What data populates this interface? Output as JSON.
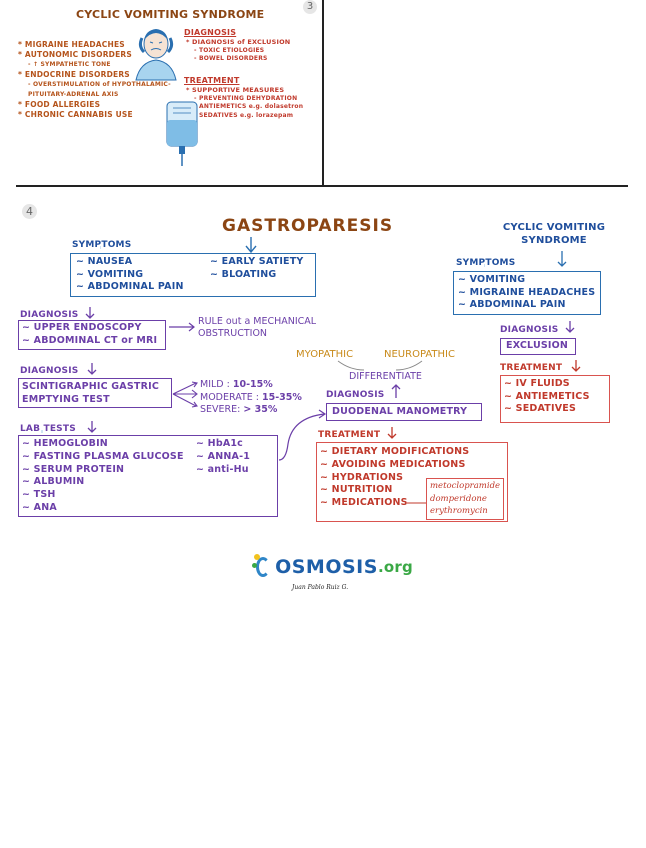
{
  "top": {
    "page_number": "3",
    "title": "CYCLIC VOMITING SYNDROME",
    "left_list": [
      {
        "text": "* MIGRAINE HEADACHES",
        "sub": false
      },
      {
        "text": "* AUTONOMIC DISORDERS",
        "sub": false
      },
      {
        "text": "- ↑ SYMPATHETIC TONE",
        "sub": true
      },
      {
        "text": "* ENDOCRINE DISORDERS",
        "sub": false
      },
      {
        "text": "- OVERSTIMULATION of HYPOTHALAMIC-",
        "sub": true
      },
      {
        "text": "PITUITARY-ADRENAL AXIS",
        "sub": true
      },
      {
        "text": "* FOOD ALLERGIES",
        "sub": false
      },
      {
        "text": "* CHRONIC CANNABIS USE",
        "sub": false
      }
    ],
    "diagnosis_label": "DIAGNOSIS",
    "diagnosis_items": [
      "* DIAGNOSIS of EXCLUSION",
      "- TOXIC ETIOLOGIES",
      "- BOWEL DISORDERS"
    ],
    "treatment_label": "TREATMENT",
    "treatment_items": [
      "* SUPPORTIVE MEASURES",
      "- PREVENTING DEHYDRATION",
      "- ANTIEMETICS e.g. dolasetron",
      "- SEDATIVES e.g. lorazepam"
    ]
  },
  "main": {
    "page_number": "4",
    "title": "GASTROPARESIS",
    "symptoms_label": "SYMPTOMS",
    "symptoms_left": [
      "~ NAUSEA",
      "~ VOMITING",
      "~ ABDOMINAL PAIN"
    ],
    "symptoms_right": [
      "~ EARLY SATIETY",
      "~ BLOATING"
    ],
    "diagnosis1_label": "DIAGNOSIS",
    "diagnosis1_items": [
      "~ UPPER ENDOSCOPY",
      "~ ABDOMINAL CT or MRI"
    ],
    "diagnosis1_note_line1": "RULE out a MECHANICAL",
    "diagnosis1_note_line2": "OBSTRUCTION",
    "diagnosis2_label": "DIAGNOSIS",
    "diagnosis2_items": [
      "SCINTIGRAPHIC GASTRIC",
      "EMPTYING TEST"
    ],
    "severity": [
      {
        "label": "MILD : ",
        "value": "10-15%"
      },
      {
        "label": "MODERATE : ",
        "value": "15-35%"
      },
      {
        "label": "SEVERE: ",
        "value": "> 35%"
      }
    ],
    "lab_label": "LAB TESTS",
    "lab_left": [
      "~ HEMOGLOBIN",
      "~ FASTING PLASMA GLUCOSE",
      "~ SERUM PROTEIN",
      "~ ALBUMIN",
      "~ TSH",
      "~ ANA"
    ],
    "lab_right": [
      "~ HbA1c",
      "~ ANNA-1",
      "~ anti-Hu"
    ],
    "myopathic": "MYOPATHIC",
    "neuropathic": "NEUROPATHIC",
    "differentiate": "DIFFERENTIATE",
    "diagnosis3_label": "DIAGNOSIS",
    "diagnosis3_item": "DUODENAL MANOMETRY",
    "treatment_label": "TREATMENT",
    "treatment_items": [
      "~ DIETARY MODIFICATIONS",
      "~ AVOIDING MEDICATIONS",
      "~ HYDRATIONS",
      "~ NUTRITION",
      "~ MEDICATIONS"
    ],
    "medications": [
      "metoclopramide",
      "domperidone",
      "erythromycin"
    ],
    "cvs_title_line1": "CYCLIC VOMITING",
    "cvs_title_line2": "SYNDROME",
    "cvs_symptoms_label": "SYMPTOMS",
    "cvs_symptoms": [
      "~ VOMITING",
      "~ MIGRAINE HEADACHES",
      "~ ABDOMINAL PAIN"
    ],
    "cvs_diagnosis_label": "DIAGNOSIS",
    "cvs_diagnosis_item": "EXCLUSION",
    "cvs_treatment_label": "TREATMENT",
    "cvs_treatment_items": [
      "~ IV FLUIDS",
      "~ ANTIEMETICS",
      "~ SEDATIVES"
    ]
  },
  "footer": {
    "logo_text": "OSMOSIS",
    "logo_suffix": ".org",
    "signature": "Juan Pablo Ruiz G."
  }
}
